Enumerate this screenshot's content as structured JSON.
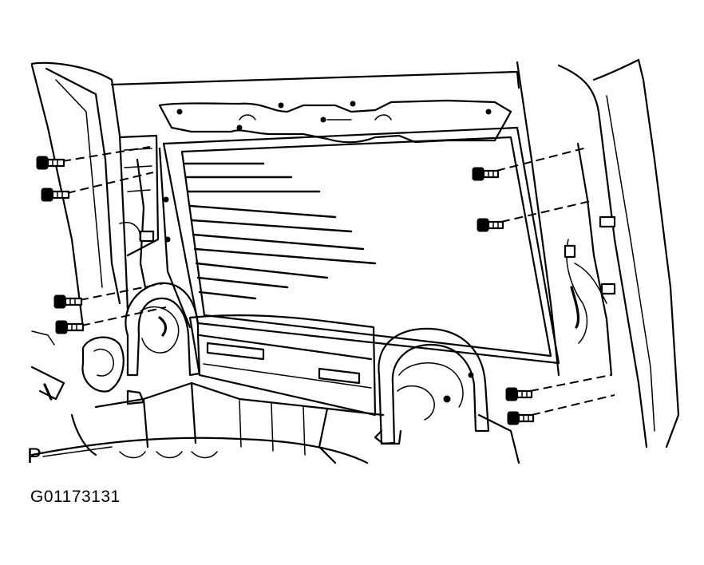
{
  "callout": {
    "label": "P"
  },
  "figure": {
    "id": "G01173131"
  },
  "bolts": [
    {
      "name": "bolt-left-1"
    },
    {
      "name": "bolt-left-2"
    },
    {
      "name": "bolt-left-3"
    },
    {
      "name": "bolt-left-4"
    },
    {
      "name": "bolt-right-1"
    },
    {
      "name": "bolt-right-2"
    },
    {
      "name": "bolt-right-3"
    },
    {
      "name": "bolt-right-4"
    }
  ]
}
